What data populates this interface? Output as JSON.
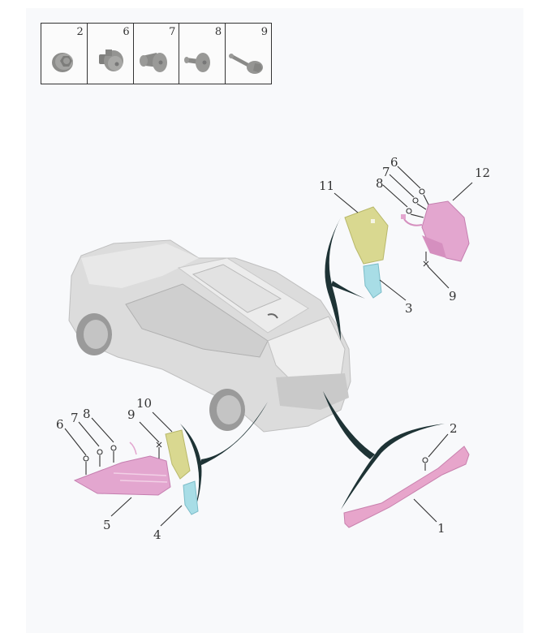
{
  "diagram": {
    "type": "exploded-parts-diagram",
    "subject": "SUV rear lighting and bumper components",
    "colors": {
      "background": "#f8f9fb",
      "leader_line": "#333333",
      "hub_curve": "#1e3335",
      "tail_lamp": "#e3a6cf",
      "gasket_yellow": "#d9d890",
      "reflector_cyan": "#a8dde6",
      "car_body": "#d8d8d8",
      "bumper_beam": "#e7a5cb"
    }
  },
  "fastener_legend": {
    "cells": [
      {
        "number": "2",
        "icon": "flange-nut-icon"
      },
      {
        "number": "6",
        "icon": "clip-nut-icon"
      },
      {
        "number": "7",
        "icon": "bushing-icon"
      },
      {
        "number": "8",
        "icon": "flat-head-bolt-icon"
      },
      {
        "number": "9",
        "icon": "hex-bolt-icon"
      }
    ]
  },
  "callouts": {
    "upper_right": {
      "c6": "6",
      "c7": "7",
      "c8": "8",
      "c12": "12",
      "c11": "11",
      "c3": "3",
      "c9": "9"
    },
    "lower_left": {
      "c6": "6",
      "c7": "7",
      "c8": "8",
      "c9": "9",
      "c10": "10",
      "c5": "5",
      "c4": "4"
    },
    "lower_right": {
      "c2": "2",
      "c1": "1"
    }
  }
}
